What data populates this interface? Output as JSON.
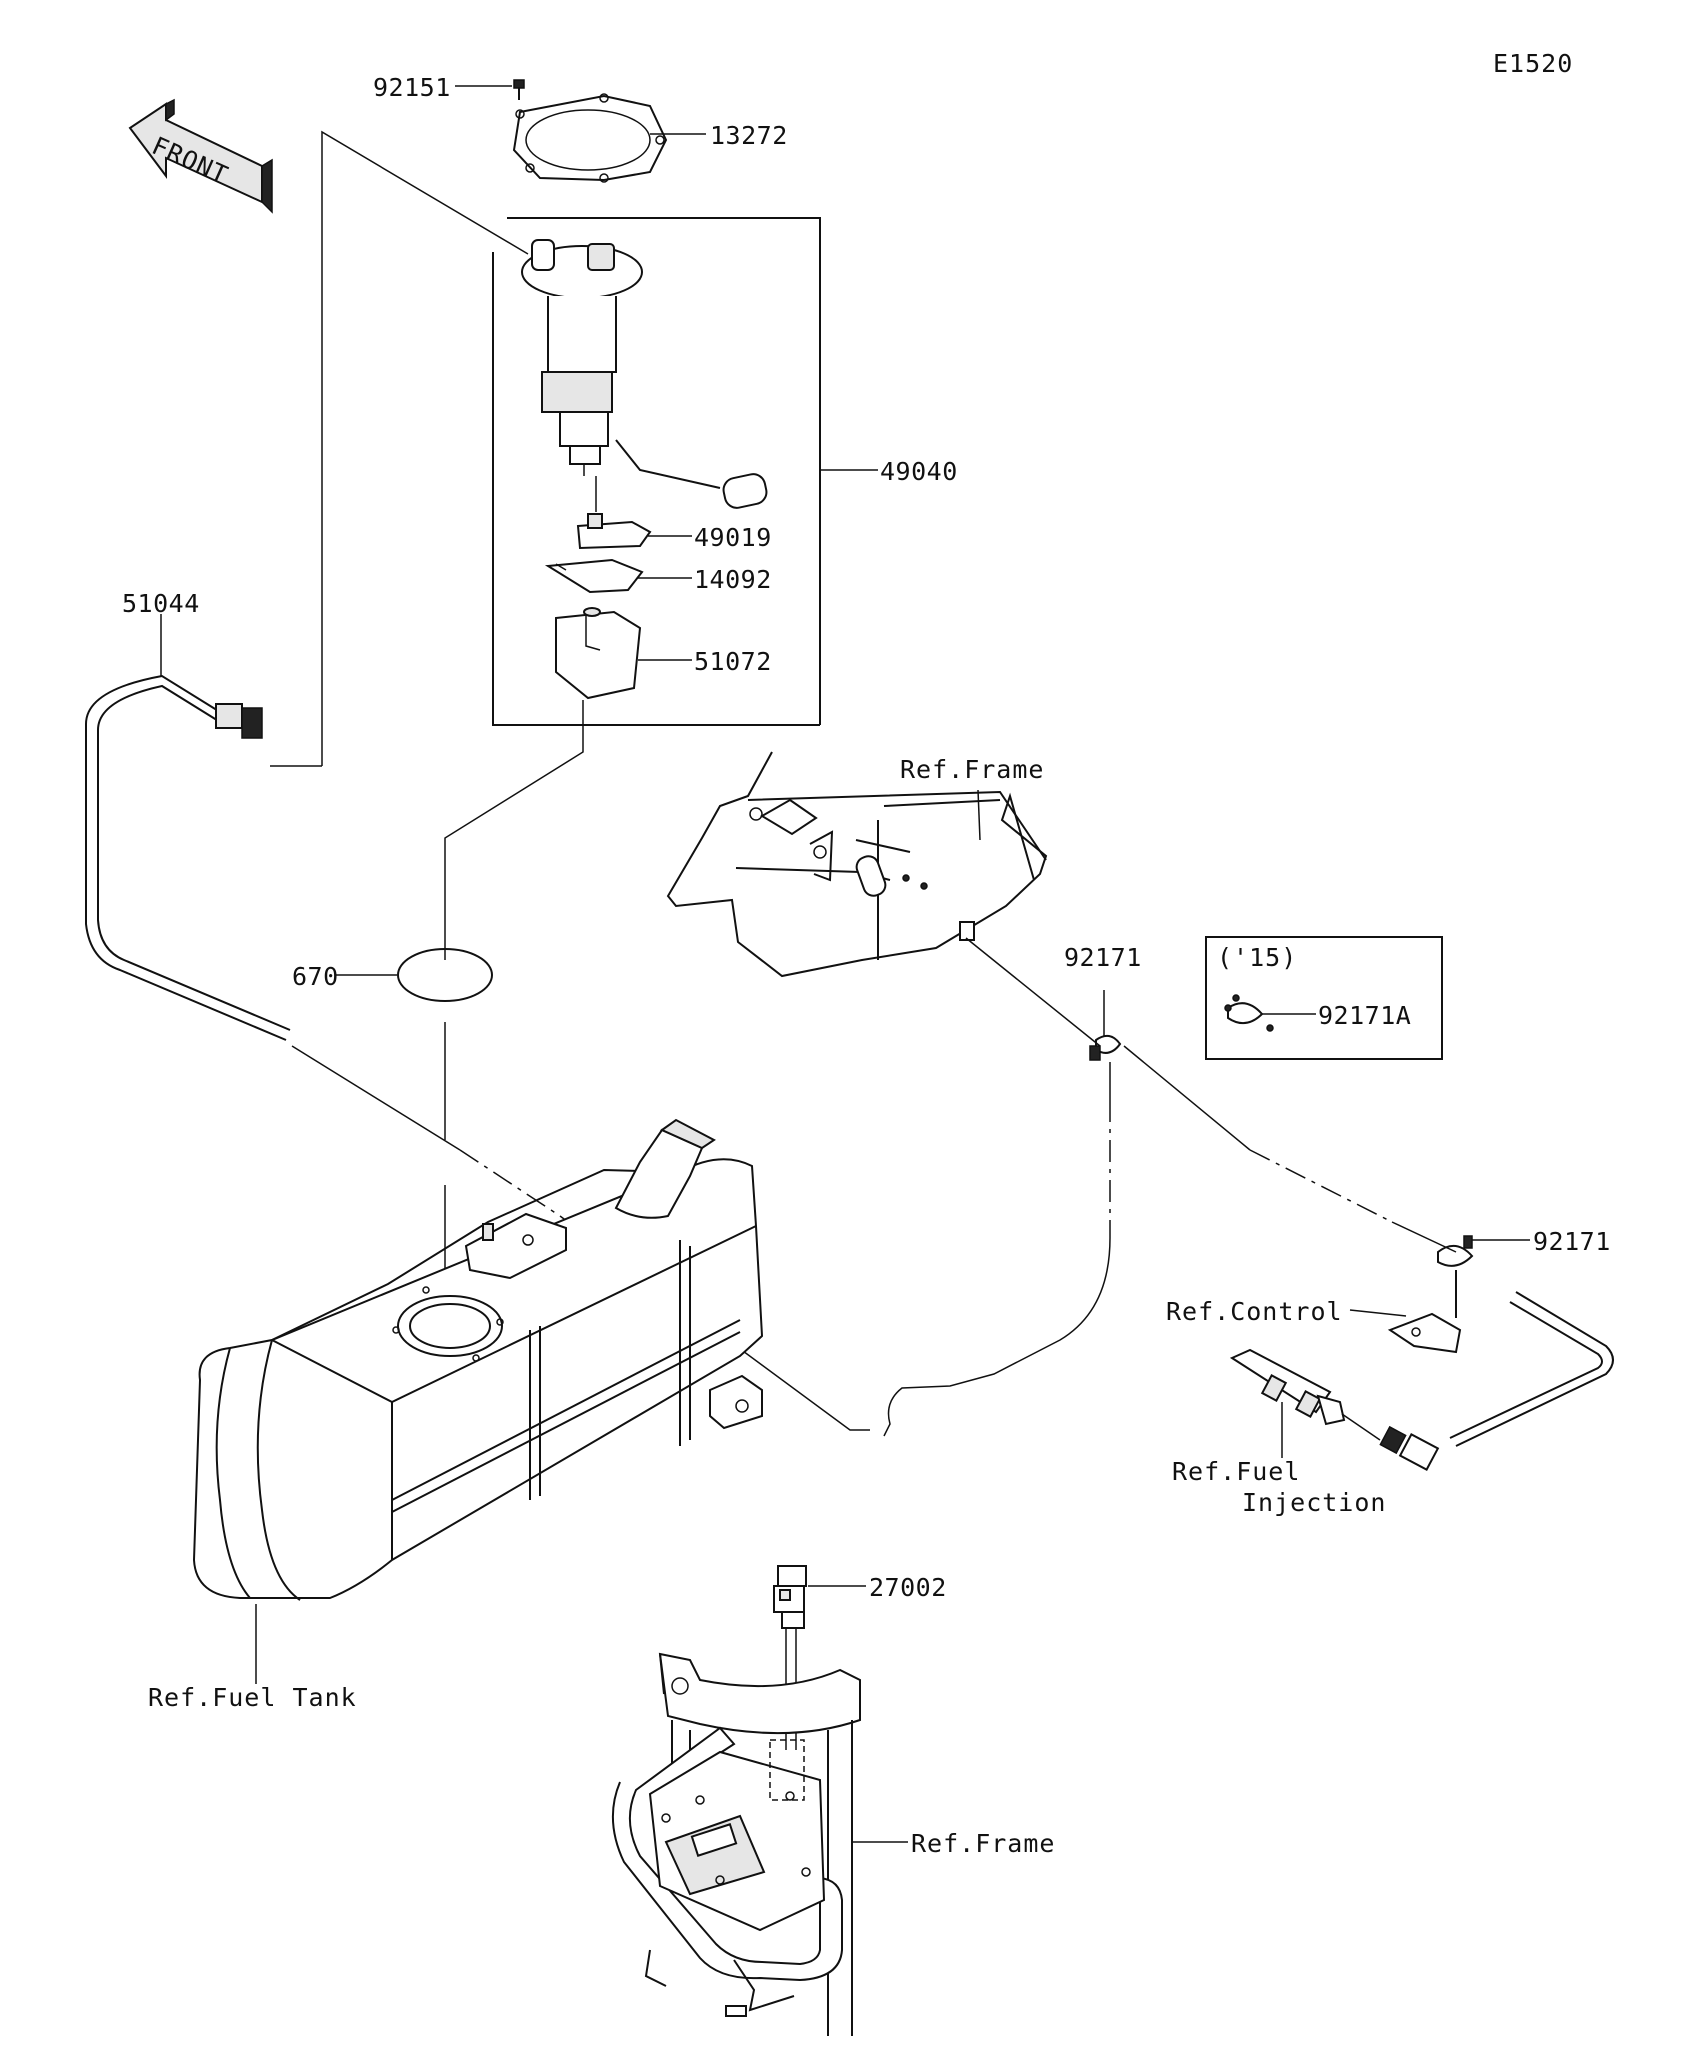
{
  "diagram_code": "E1520",
  "front_arrow_label": "FRONT",
  "parts": {
    "p92151": "92151",
    "p13272": "13272",
    "p49040": "49040",
    "p49019": "49019",
    "p14092": "14092",
    "p51072": "51072",
    "p51044": "51044",
    "p670": "670",
    "p92171_top": "92171",
    "p92171_right": "92171",
    "p92171A": "92171A",
    "p27002": "27002"
  },
  "inset": {
    "year": "('15)"
  },
  "references": {
    "frame_top": "Ref.Frame",
    "control": "Ref.Control",
    "fuel_injection_line1": "Ref.Fuel",
    "fuel_injection_line2": "Injection",
    "fuel_tank": "Ref.Fuel Tank",
    "frame_bottom": "Ref.Frame"
  }
}
